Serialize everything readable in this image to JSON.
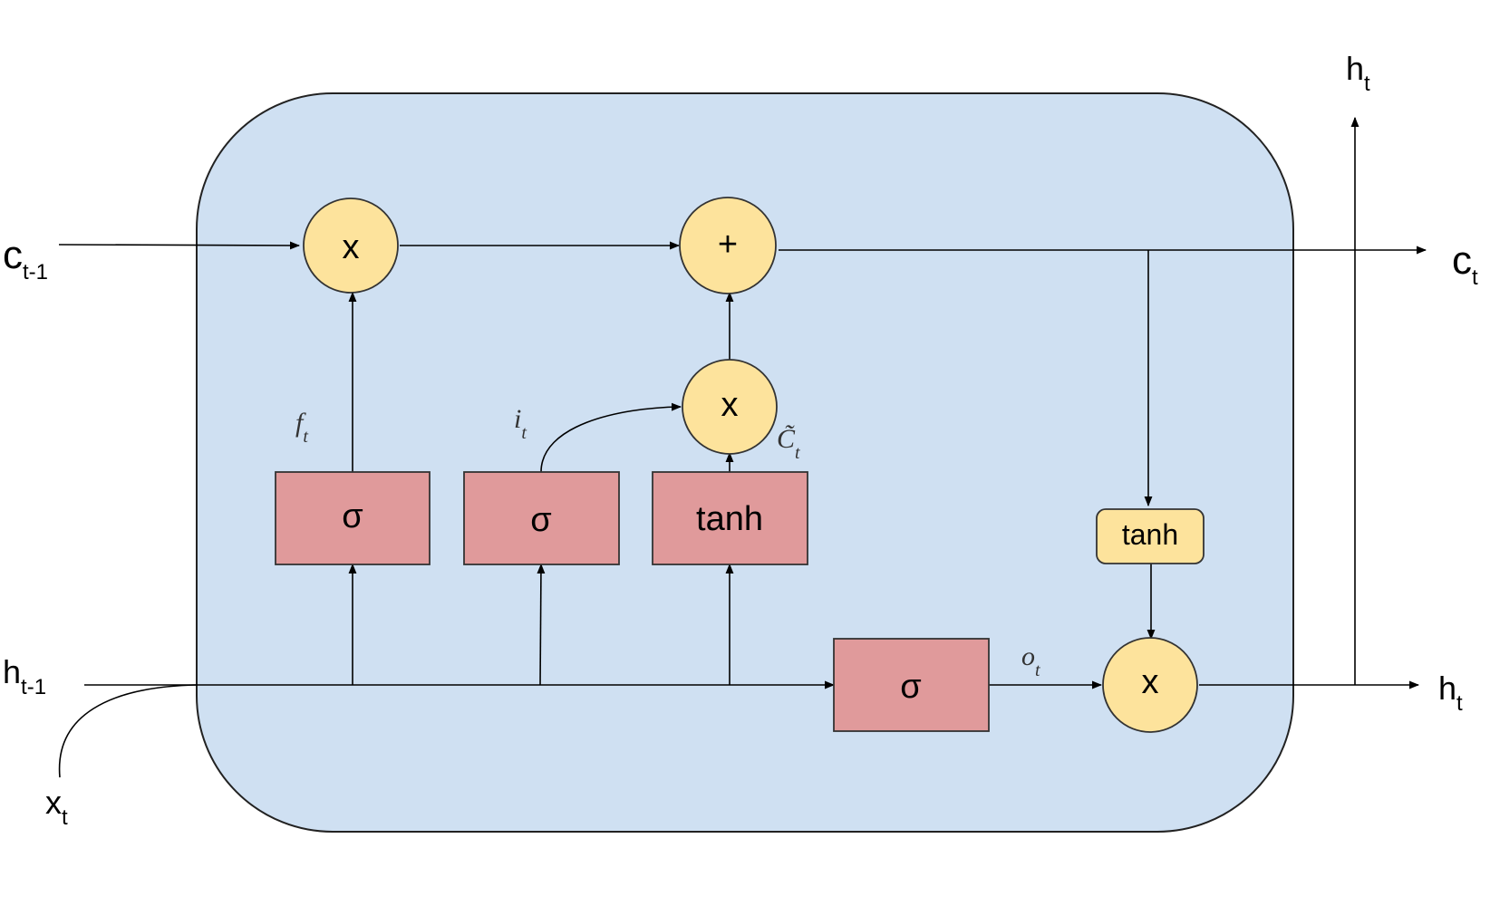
{
  "inputs": {
    "c_prev": {
      "base": "c",
      "sub": "t-1"
    },
    "h_prev": {
      "base": "h",
      "sub": "t-1"
    },
    "x": {
      "base": "x",
      "sub": "t"
    }
  },
  "outputs": {
    "c": {
      "base": "c",
      "sub": "t"
    },
    "h_right": {
      "base": "h",
      "sub": "t"
    },
    "h_top": {
      "base": "h",
      "sub": "t"
    }
  },
  "operators": {
    "forget_multiply": "x",
    "add": "+",
    "input_multiply": "x",
    "output_multiply": "x"
  },
  "gates": {
    "forget": "σ",
    "input": "σ",
    "candidate": "tanh",
    "output": "σ",
    "cell_tanh": "tanh"
  },
  "gate_labels": {
    "forget": {
      "base": "f",
      "sub": "t"
    },
    "input": {
      "base": "i",
      "sub": "t"
    },
    "candidate": {
      "base": "C̃",
      "sub": "t"
    },
    "output": {
      "base": "o",
      "sub": "t"
    }
  },
  "colors": {
    "cell_background": "#cfe0f2",
    "gate_fill": "#e09a9b",
    "operator_fill": "#fde39c"
  }
}
